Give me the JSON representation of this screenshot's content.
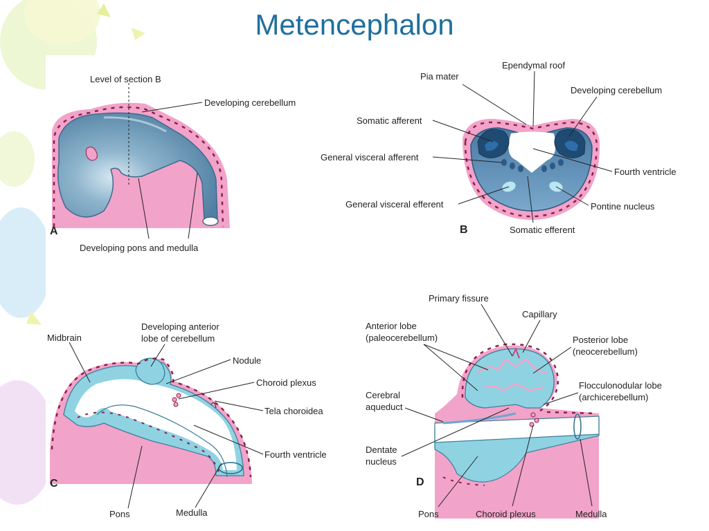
{
  "title": "Metencephalon",
  "colors": {
    "title": "#1f6f9e",
    "pia": "#f2a3c9",
    "pia_dots": "#8c1f4a",
    "tissue_blue": "#5f93b5",
    "tissue_light": "#8fd3e3",
    "tissue_dark": "#21507a",
    "slide_bg": "#fbfbe8"
  },
  "panel_a": {
    "letter": "A",
    "labels": {
      "level_section_b": "Level of section B",
      "developing_cerebellum": "Developing cerebellum",
      "developing_pons_medulla": "Developing pons and medulla"
    }
  },
  "panel_b": {
    "letter": "B",
    "labels": {
      "pia_mater": "Pia mater",
      "ependymal_roof": "Ependymal roof",
      "developing_cerebellum": "Developing cerebellum",
      "somatic_afferent": "Somatic afferent",
      "general_visceral_afferent": "General visceral afferent",
      "general_visceral_efferent": "General visceral efferent",
      "fourth_ventricle": "Fourth ventricle",
      "pontine_nucleus": "Pontine nucleus",
      "somatic_efferent": "Somatic efferent"
    }
  },
  "panel_c": {
    "letter": "C",
    "labels": {
      "midbrain": "Midbrain",
      "developing_anterior_lobe_1": "Developing anterior",
      "developing_anterior_lobe_2": "lobe of cerebellum",
      "nodule": "Nodule",
      "choroid_plexus": "Choroid plexus",
      "tela_choroidea": "Tela choroidea",
      "fourth_ventricle": "Fourth ventricle",
      "pons": "Pons",
      "medulla": "Medulla"
    }
  },
  "panel_d": {
    "letter": "D",
    "labels": {
      "primary_fissure": "Primary fissure",
      "capillary": "Capillary",
      "anterior_lobe_1": "Anterior lobe",
      "anterior_lobe_2": "(paleocerebellum)",
      "posterior_lobe_1": "Posterior lobe",
      "posterior_lobe_2": "(neocerebellum)",
      "flocculonodular_1": "Flocculonodular lobe",
      "flocculonodular_2": "(archicerebellum)",
      "cerebral_aqueduct_1": "Cerebral",
      "cerebral_aqueduct_2": "aqueduct",
      "dentate_nucleus_1": "Dentate",
      "dentate_nucleus_2": "nucleus",
      "pons": "Pons",
      "choroid_plexus": "Choroid plexus",
      "medulla": "Medulla"
    }
  }
}
